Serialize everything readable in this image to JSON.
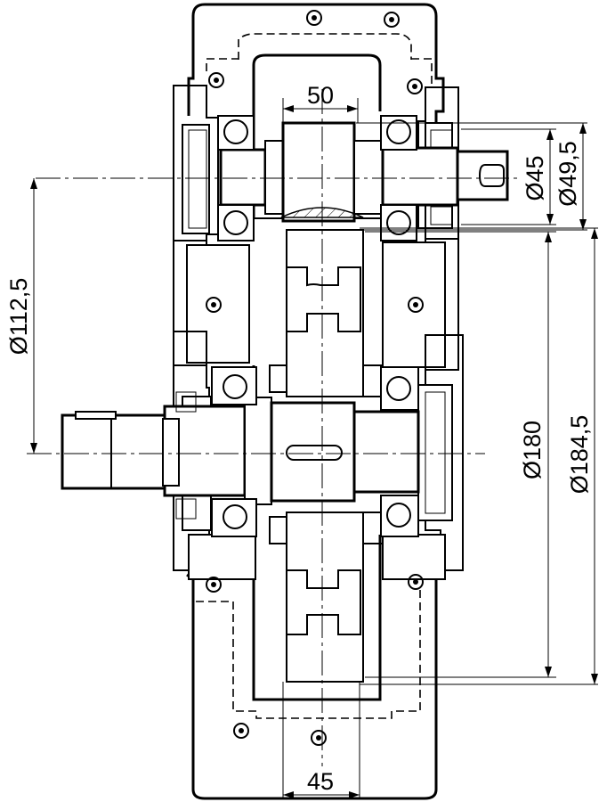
{
  "drawing": {
    "dimensions": {
      "width_top": "50",
      "width_bottom": "45",
      "dia_shaft_small": "Ø45",
      "dia_shaft_seal": "Ø49,5",
      "dia_center_distance": "Ø112,5",
      "dia_gear": "Ø180",
      "dia_gear_outer": "Ø184,5"
    }
  }
}
